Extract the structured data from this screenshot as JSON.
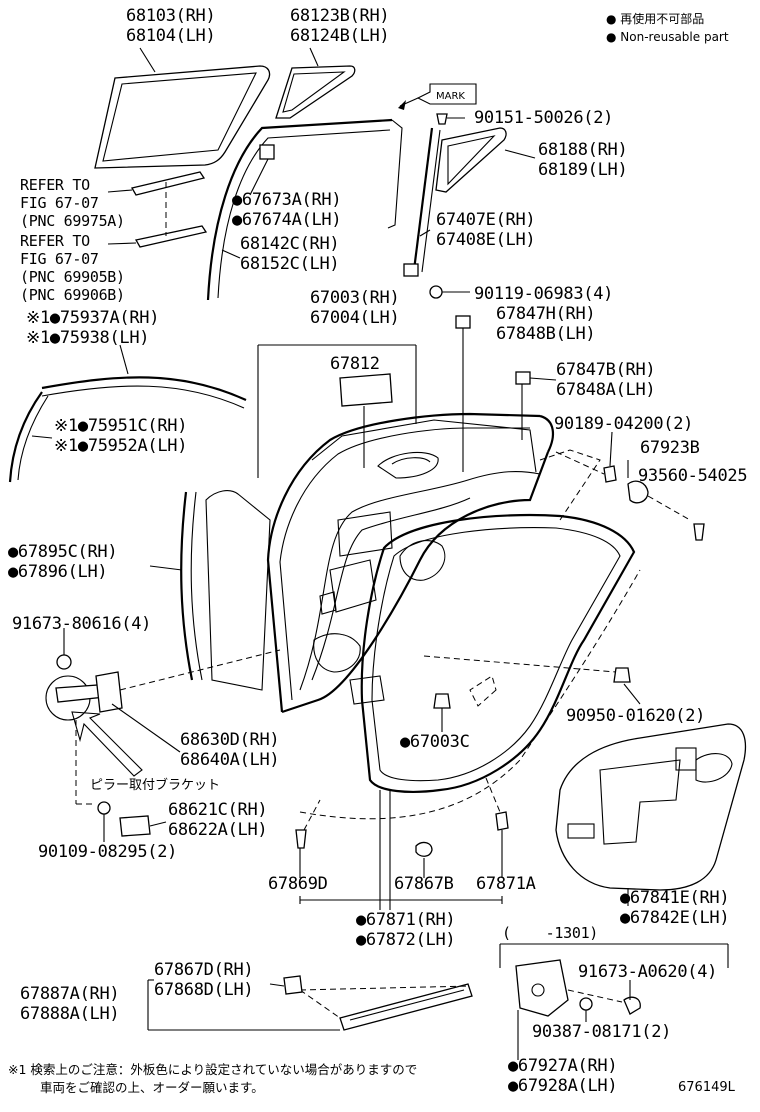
{
  "legend": {
    "line1": "● 再使用不可部品",
    "line2": "● Non-reusable part"
  },
  "labels": {
    "l68103": "68103(RH)",
    "l68104": "68104(LH)",
    "l68123": "68123B(RH)",
    "l68124": "68124B(LH)",
    "mark": "MARK",
    "l90151": "90151-50026(2)",
    "l68188": "68188(RH)",
    "l68189": "68189(LH)",
    "ref1a": "REFER TO",
    "ref1b": "FIG 67-07",
    "ref1c": "(PNC 69975A)",
    "ref2a": "REFER TO",
    "ref2b": "FIG 67-07",
    "ref2c": "(PNC 69905B)",
    "ref2d": "(PNC 69906B)",
    "l67673": "●67673A(RH)",
    "l67674": "●67674A(LH)",
    "l67407": "67407E(RH)",
    "l67408": "67408E(LH)",
    "l68142": "68142C(RH)",
    "l68152": "68152C(LH)",
    "l90119": "90119-06983(4)",
    "l67003": "67003(RH)",
    "l67004": "67004(LH)",
    "l67847h": "67847H(RH)",
    "l67848b": "67848B(LH)",
    "l75937": "※1●75937A(RH)",
    "l75938": "※1●75938(LH)",
    "l67812": "67812",
    "l67847b": "67847B(RH)",
    "l67848a": "67848A(LH)",
    "l90189": "90189-04200(2)",
    "l75951": "※1●75951C(RH)",
    "l75952": "※1●75952A(LH)",
    "l67923": "67923B",
    "l93560": "93560-54025",
    "l67895": "●67895C(RH)",
    "l67896": "●67896(LH)",
    "l91673a": "91673-80616(4)",
    "l90950": "90950-01620(2)",
    "l68630": "68630D(RH)",
    "l68640": "68640A(LH)",
    "l67003c": "●67003C",
    "pillar": "ピラー取付ブラケット",
    "l68621": "68621C(RH)",
    "l68622": "68622A(LH)",
    "l90109": "90109-08295(2)",
    "l67869": "67869D",
    "l67867b": "67867B",
    "l67871a": "67871A",
    "l67841": "●67841E(RH)",
    "l67842": "●67842E(LH)",
    "l67871": "●67871(RH)",
    "l67872": "●67872(LH)",
    "range": "(    -1301)",
    "l67867d": "67867D(RH)",
    "l67868d": "67868D(LH)",
    "l67887": "67887A(RH)",
    "l67888": "67888A(LH)",
    "l91673b": "91673-A0620(4)",
    "l90387": "90387-08171(2)",
    "l67927": "●67927A(RH)",
    "l67928": "●67928A(LH)",
    "note1": "※1 検索上のご注意：外板色により設定されていない場合がありますので",
    "note2": "車両をご確認の上、オーダー願います。",
    "code": "676149L"
  }
}
